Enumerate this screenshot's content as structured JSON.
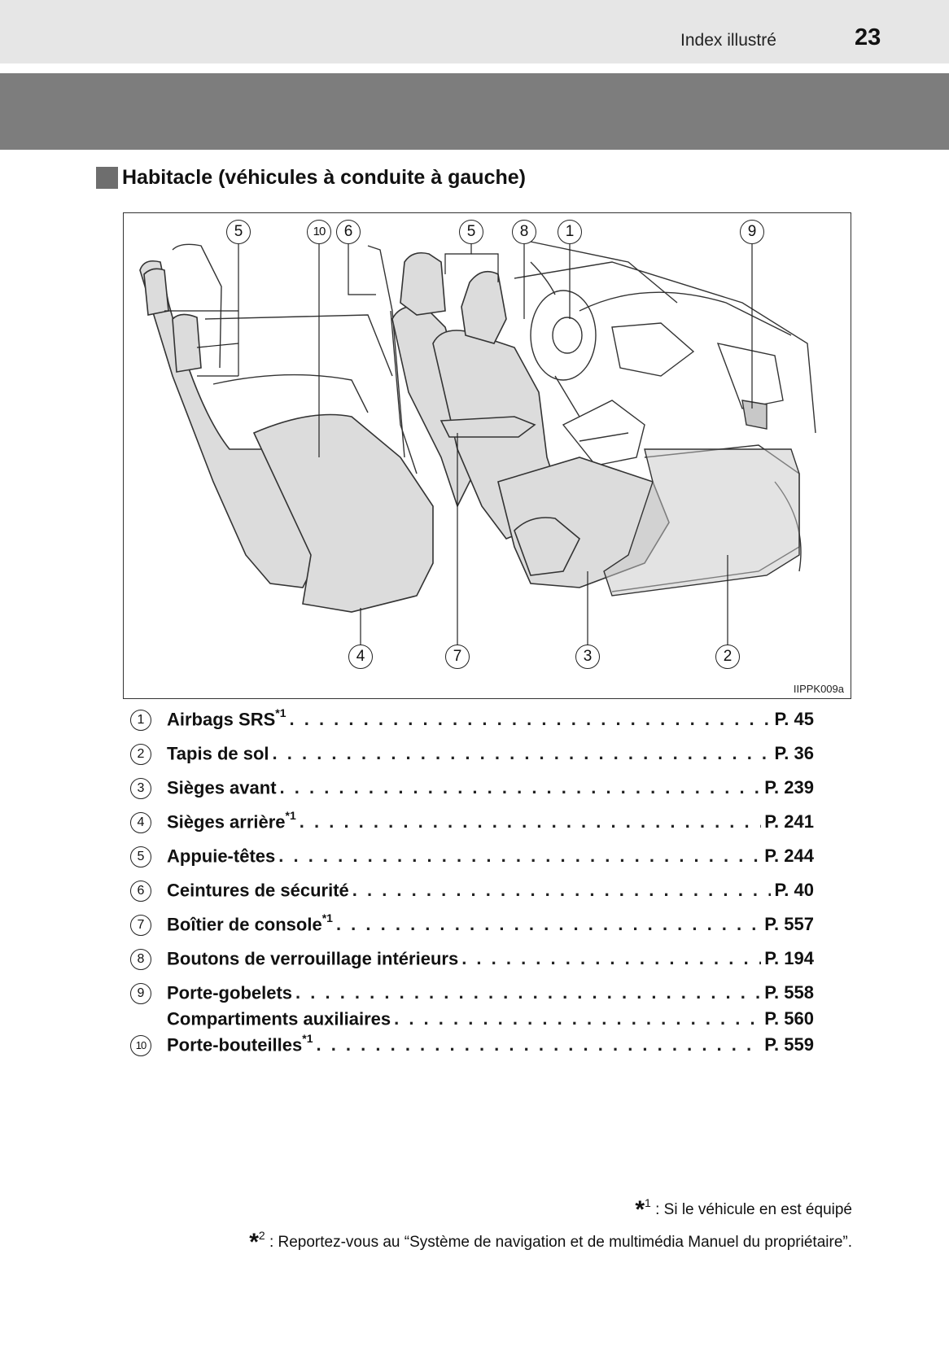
{
  "header": {
    "section_name": "Index illustré",
    "page_number": "23"
  },
  "section": {
    "title": "Habitacle (véhicules à conduite à gauche)"
  },
  "figure": {
    "code": "IIPPK009a",
    "callouts_top": [
      "5",
      "10",
      "6",
      "5",
      "8",
      "1",
      "9"
    ],
    "callouts_bottom": [
      "4",
      "7",
      "3",
      "2"
    ]
  },
  "items": [
    {
      "num": "1",
      "label": "Airbags SRS",
      "mark": "*1",
      "ref": "P. 45"
    },
    {
      "num": "2",
      "label": "Tapis de sol",
      "mark": "",
      "ref": "P. 36"
    },
    {
      "num": "3",
      "label": "Sièges avant",
      "mark": "",
      "ref": "P. 239"
    },
    {
      "num": "4",
      "label": "Sièges arrière",
      "mark": "*1",
      "ref": "P. 241"
    },
    {
      "num": "5",
      "label": "Appuie-têtes",
      "mark": "",
      "ref": "P. 244"
    },
    {
      "num": "6",
      "label": "Ceintures de sécurité",
      "mark": "",
      "ref": "P. 40"
    },
    {
      "num": "7",
      "label": "Boîtier de console",
      "mark": "*1",
      "ref": "P. 557"
    },
    {
      "num": "8",
      "label": "Boutons de verrouillage intérieurs",
      "mark": "",
      "ref": "P. 194"
    },
    {
      "num": "9",
      "label": "Porte-gobelets",
      "mark": "",
      "ref": "P. 558"
    },
    {
      "num": "",
      "label": "Compartiments auxiliaires",
      "mark": "",
      "ref": "P. 560"
    },
    {
      "num": "10",
      "label": "Porte-bouteilles",
      "mark": "*1",
      "ref": "P. 559"
    }
  ],
  "footnotes": [
    {
      "star": "*",
      "mark": "1",
      "text": " : Si le véhicule en est équipé"
    },
    {
      "star": "*",
      "mark": "2",
      "text": " : Reportez-vous au “Système de navigation et de multimédia Manuel du propriétaire”."
    }
  ]
}
